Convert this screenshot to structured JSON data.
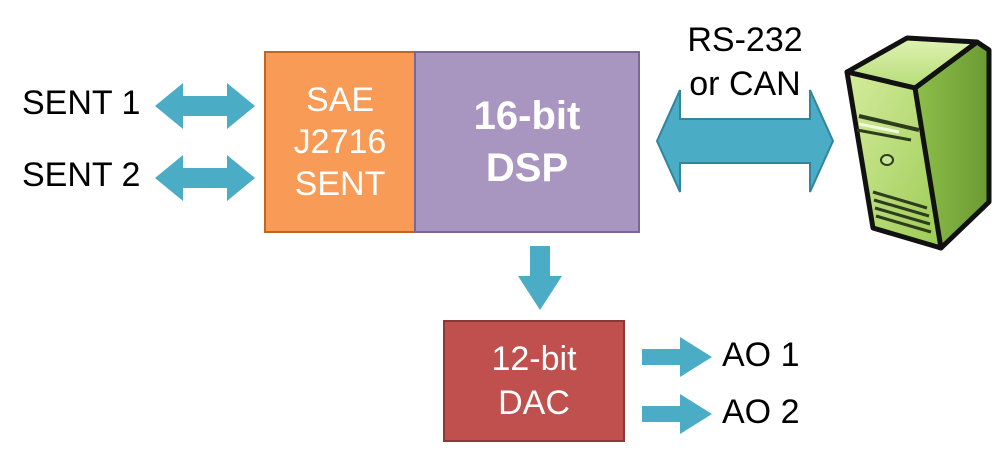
{
  "inputs": {
    "sent1": "SENT 1",
    "sent2": "SENT 2"
  },
  "sent_block": {
    "line1": "SAE",
    "line2": "J2716",
    "line3": "SENT"
  },
  "dsp_block": {
    "line1": "16-bit",
    "line2": "DSP"
  },
  "link": {
    "line1": "RS-232",
    "line2": "or CAN"
  },
  "dac_block": {
    "line1": "12-bit",
    "line2": "DAC"
  },
  "outputs": {
    "ao1": "AO 1",
    "ao2": "AO 2"
  },
  "icons": {
    "computer": "computer-tower-icon"
  },
  "colors": {
    "sent_block": "#f79b56",
    "dsp_block": "#a896c0",
    "dac_block": "#c0504d",
    "arrow": "#4bacc6",
    "computer": "#8dbf4a"
  }
}
